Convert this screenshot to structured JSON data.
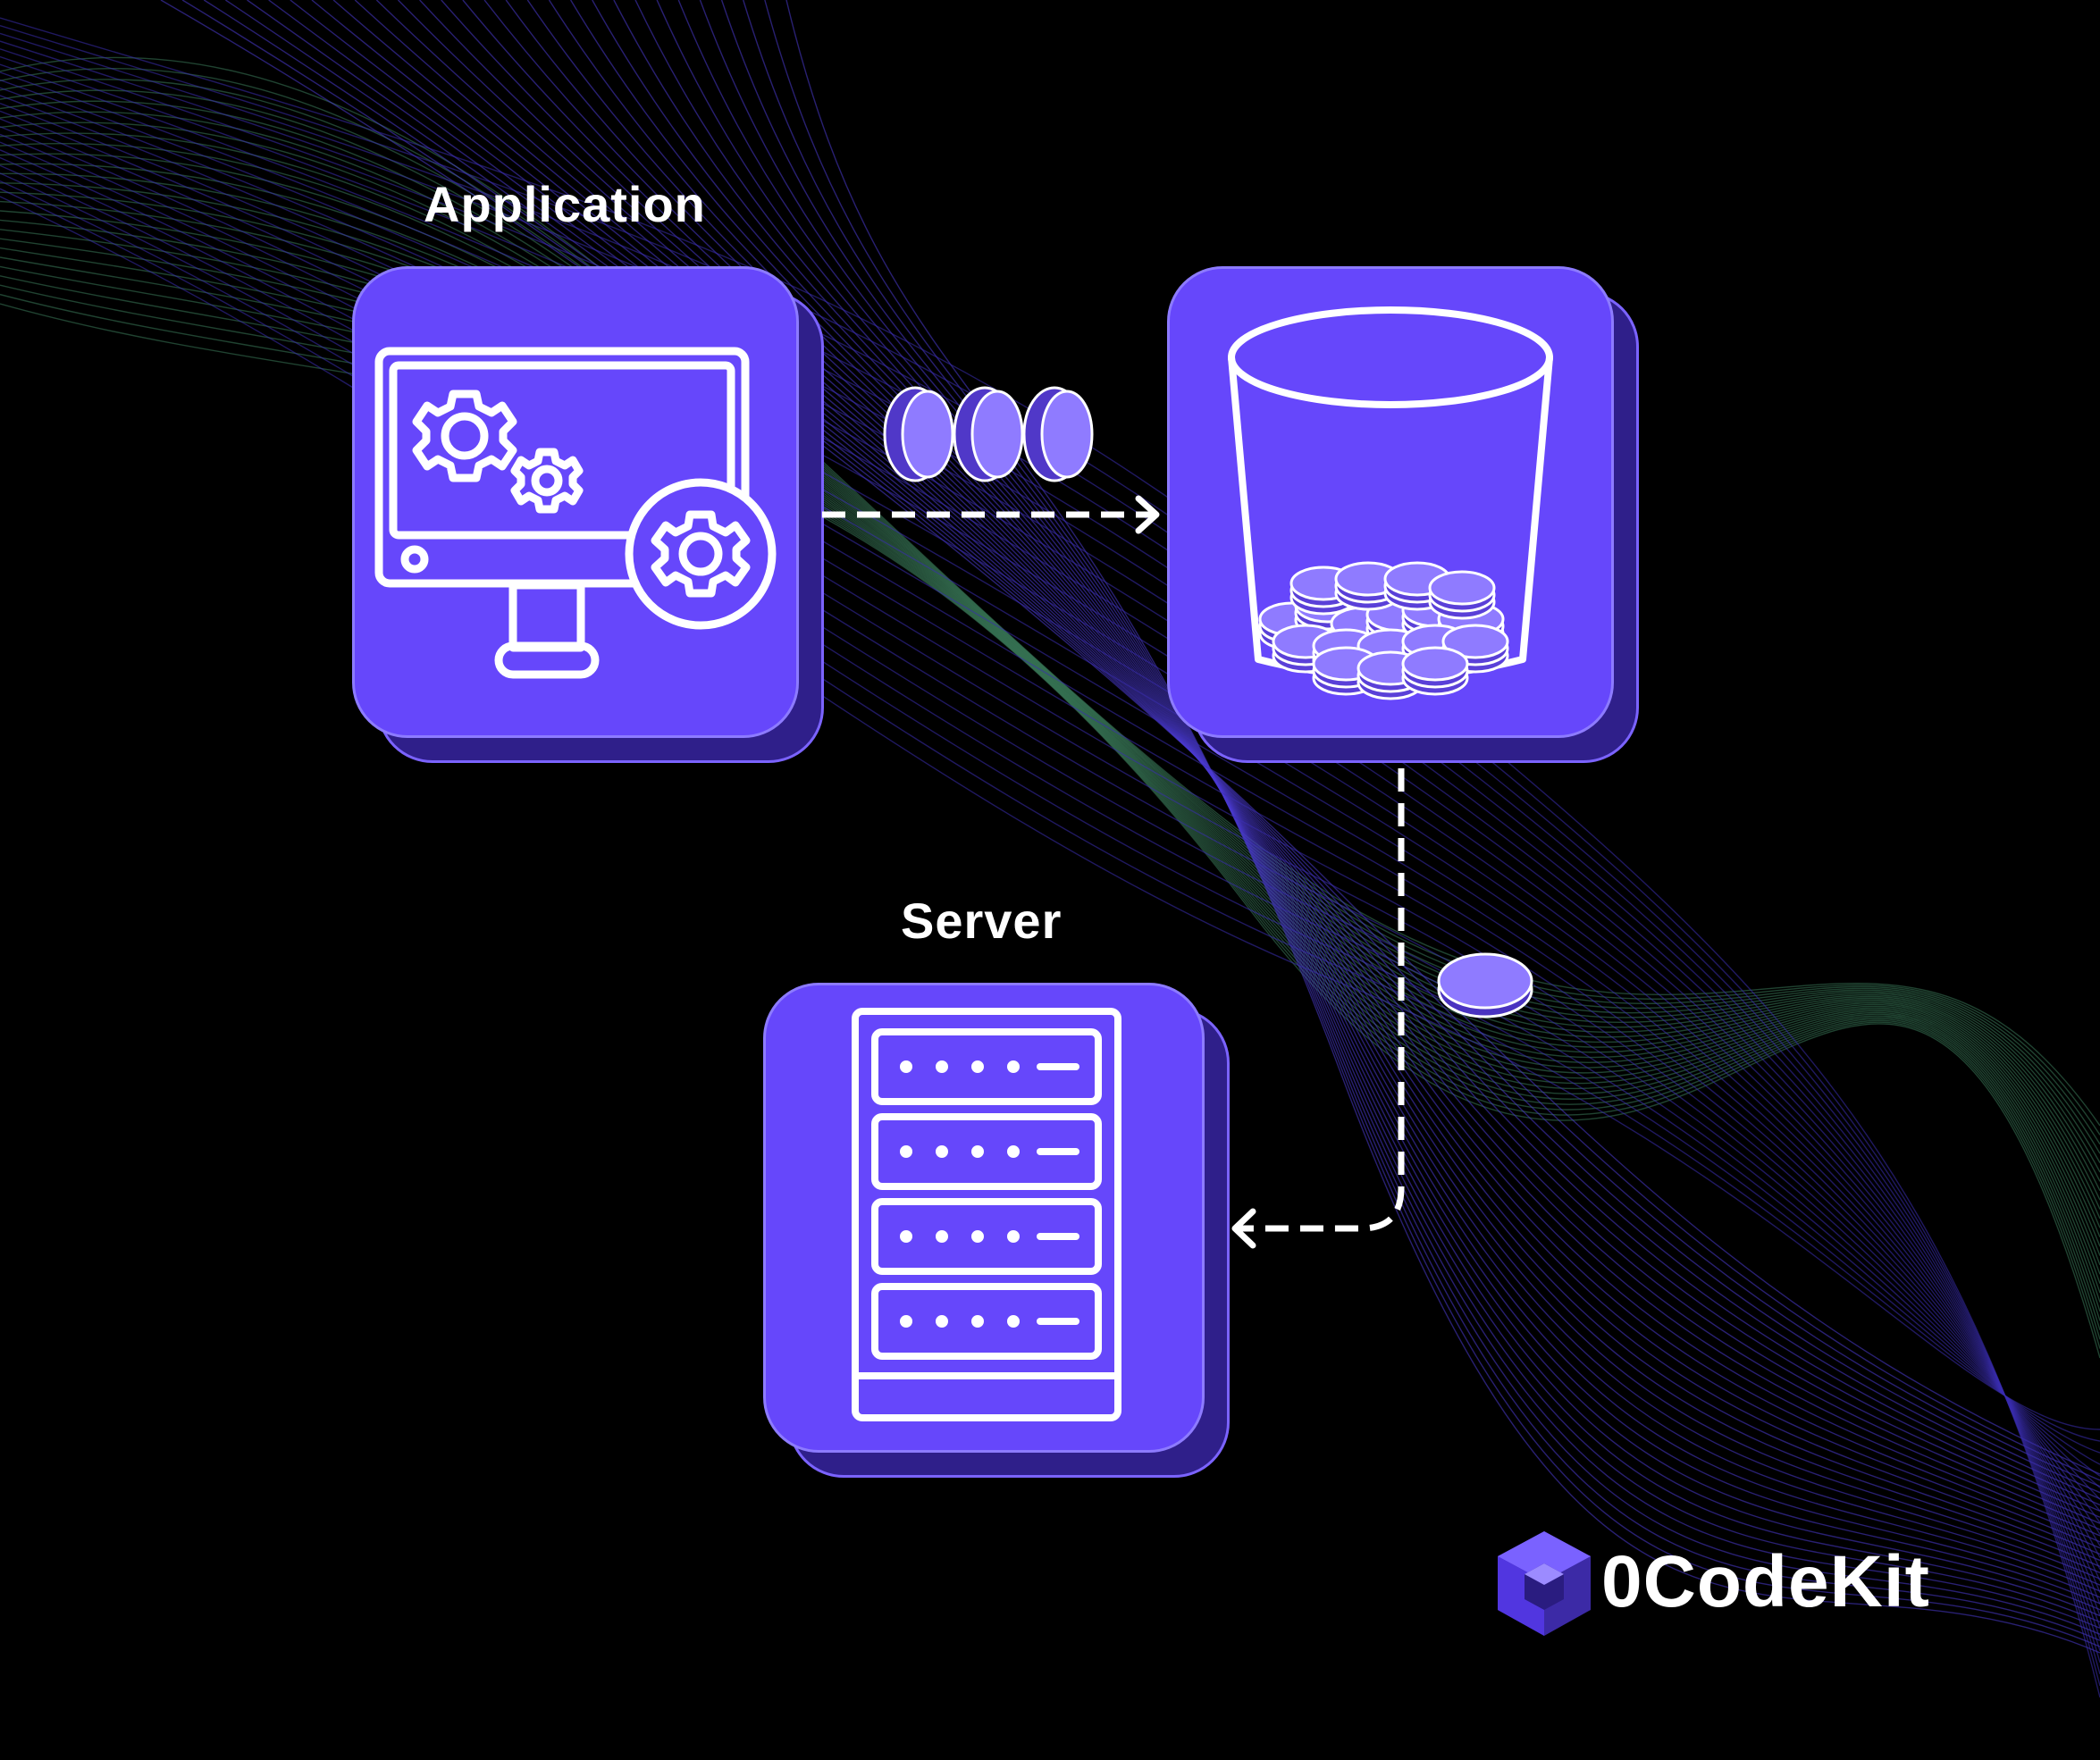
{
  "nodes": {
    "application": {
      "label": "Application"
    },
    "bucket": {
      "label": ""
    },
    "server": {
      "label": "Server"
    }
  },
  "brand": {
    "name": "0CodeKit"
  },
  "colors": {
    "background": "#000000",
    "card": "#6647fb",
    "card_shadow": "#2f1f8a",
    "coin": "#8f7bff",
    "line": "#ffffff"
  },
  "icons": {
    "application": "monitor-gears-icon",
    "bucket": "bucket-coins-icon",
    "server": "server-rack-icon",
    "logo": "cube-logo-icon"
  }
}
